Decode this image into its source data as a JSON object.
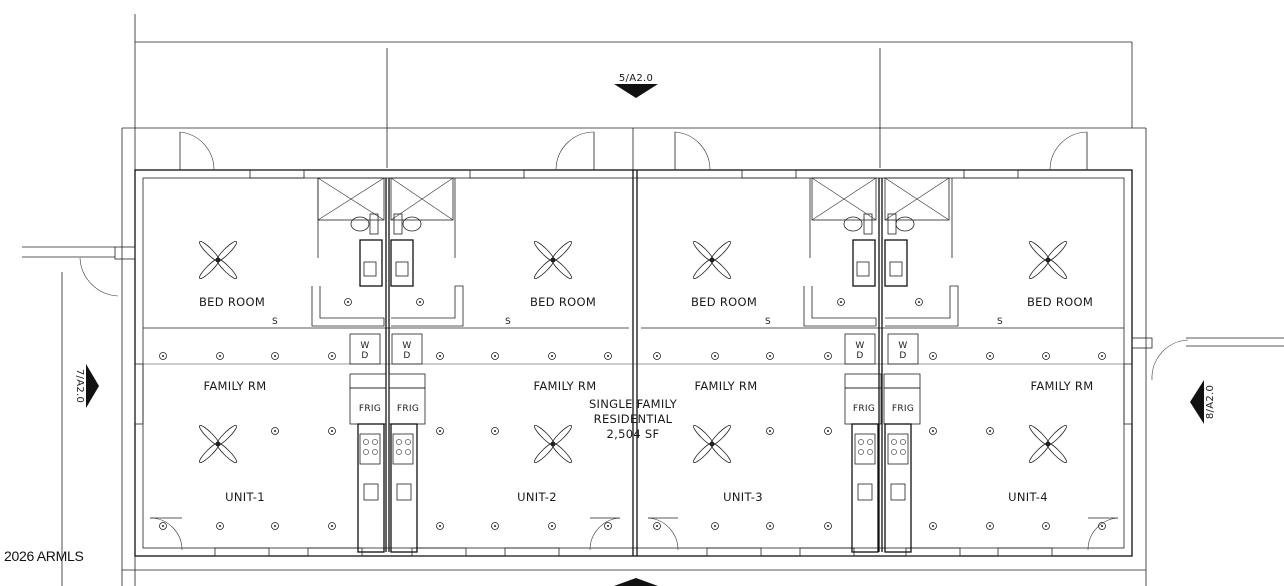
{
  "rooms": {
    "bed_room": "BED ROOM",
    "family_rm": "FAMILY RM",
    "frig": "FRIG",
    "wd_w": "W",
    "wd_d": "D",
    "small_s": "S"
  },
  "units": [
    "UNIT-1",
    "UNIT-2",
    "UNIT-3",
    "UNIT-4"
  ],
  "center_note": {
    "line1": "SINGLE FAMILY",
    "line2": "RESIDENTIAL",
    "line3": "2,504 SF"
  },
  "section_tags": {
    "top": "5/A2.0",
    "left": "7/A2.0",
    "right": "8/A2.0"
  },
  "watermark": "2026 ARMLS",
  "colors": {
    "line": "#111111",
    "background": "#ffffff"
  }
}
